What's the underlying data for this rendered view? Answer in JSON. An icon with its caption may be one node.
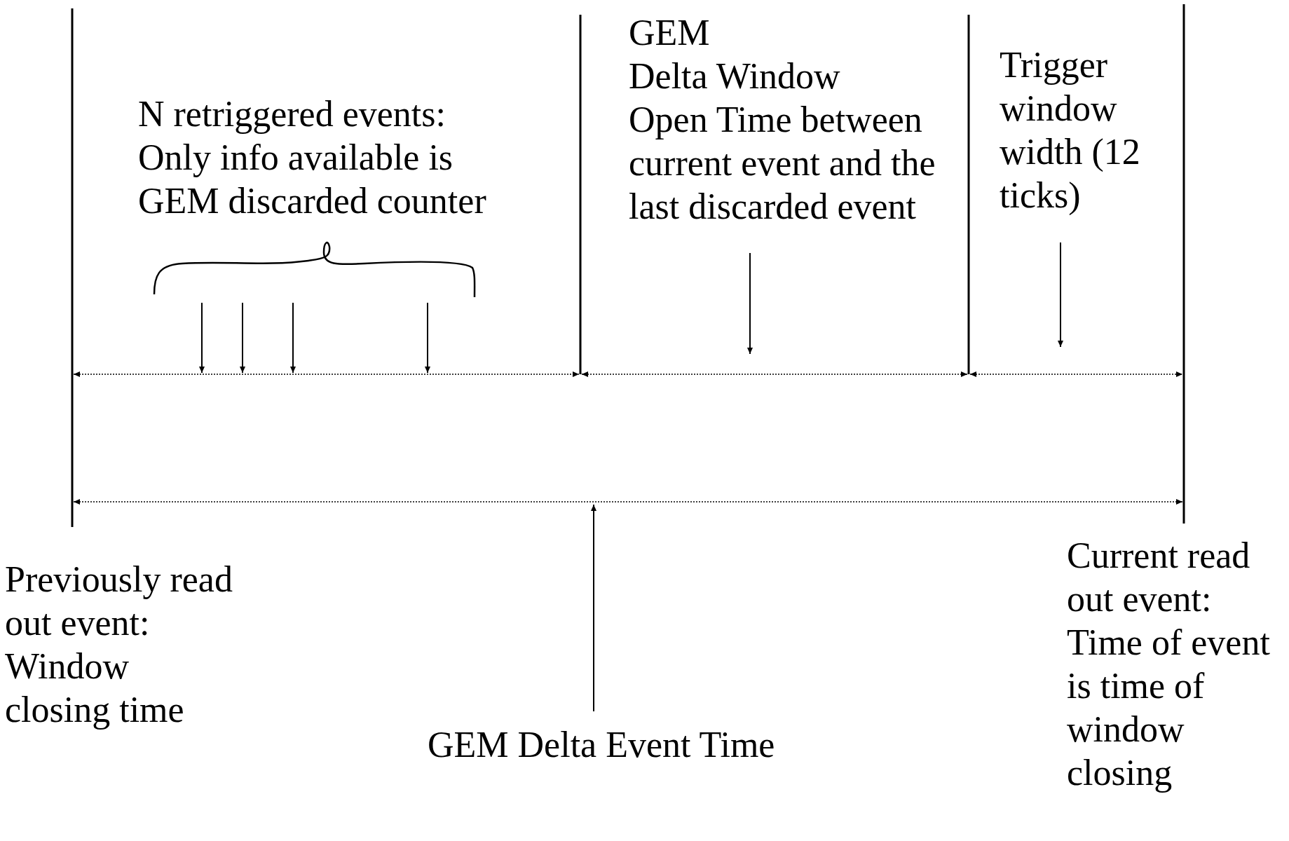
{
  "diagram": {
    "nodes": [
      {
        "text": [
          "GEM",
          "Delta Window",
          "Open Time between current event and the last discarded event"
        ]
      },
      {
        "text": [
          "Trigger window width (12 ticks)"
        ]
      },
      {
        "text": [
          "GEM Delta Event Time"
        ]
      }
    ],
    "edges": [
      {
        "from": 0,
        "to": null,
        "arrow": "to"
      },
      {
        "from": 1,
        "to": null,
        "arrow": "to"
      },
      {
        "from": 2,
        "to": null,
        "arrow": "to"
      }
    ],
    "labels": [
      "N retriggered events: Only info available is GEM discarded counter",
      "Previously read out event: Window closing time",
      "Current read out event: Time of event is time of window closing"
    ]
  }
}
